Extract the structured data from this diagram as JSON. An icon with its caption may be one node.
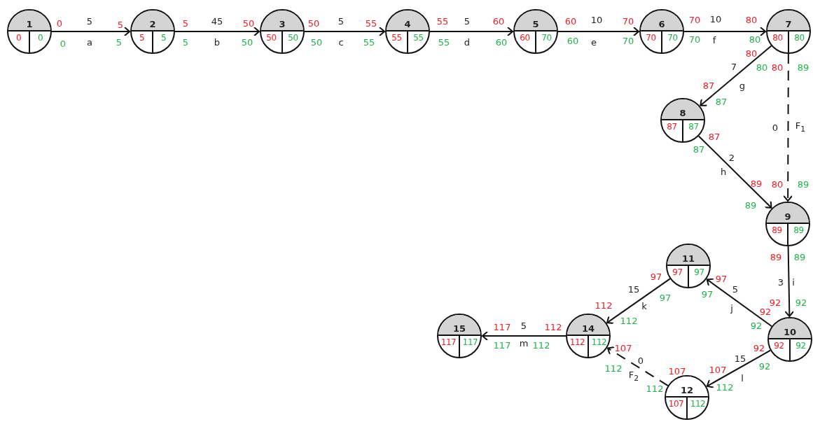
{
  "diagram": {
    "nodes": [
      {
        "text": [
          "1",
          "0",
          "0"
        ]
      },
      {
        "text": [
          "2",
          "5",
          "5"
        ]
      },
      {
        "text": [
          "3",
          "50",
          "50"
        ]
      },
      {
        "text": [
          "4",
          "55",
          "55"
        ]
      },
      {
        "text": [
          "5",
          "60",
          "70"
        ]
      },
      {
        "text": [
          "6",
          "70",
          "70"
        ]
      },
      {
        "text": [
          "7",
          "80",
          "80"
        ]
      },
      {
        "text": [
          "8",
          "87",
          "87"
        ]
      },
      {
        "text": [
          "9",
          "89",
          "89"
        ]
      },
      {
        "text": [
          "10",
          "92",
          "92"
        ]
      },
      {
        "text": [
          "11",
          "97",
          "97"
        ]
      },
      {
        "text": [
          "12",
          "107",
          "112"
        ]
      },
      {
        "text": [
          "14",
          "112",
          "112"
        ]
      },
      {
        "text": [
          "15",
          "117",
          "117"
        ]
      }
    ],
    "edges": [
      {
        "from": 0,
        "to": 1,
        "arrow": "to",
        "label": "a"
      },
      {
        "from": 1,
        "to": 2,
        "arrow": "to",
        "label": "b"
      },
      {
        "from": 2,
        "to": 3,
        "arrow": "to",
        "label": "c"
      },
      {
        "from": 3,
        "to": 4,
        "arrow": "to",
        "label": "d"
      },
      {
        "from": 4,
        "to": 5,
        "arrow": "to",
        "label": "e"
      },
      {
        "from": 5,
        "to": 6,
        "arrow": "to",
        "label": "f"
      },
      {
        "from": 6,
        "to": 7,
        "arrow": "to",
        "label": "g"
      },
      {
        "from": 6,
        "to": 8,
        "arrow": "to",
        "label": "F$_{1}$",
        "style": "dashed"
      },
      {
        "from": 7,
        "to": 8,
        "arrow": "to",
        "label": "h"
      },
      {
        "from": 8,
        "to": 9,
        "arrow": "to",
        "label": "i"
      },
      {
        "from": 9,
        "to": 10,
        "arrow": "to",
        "label": "j"
      },
      {
        "from": 9,
        "to": 11,
        "arrow": "to",
        "label": "l"
      },
      {
        "from": 10,
        "to": 12,
        "arrow": "to",
        "label": "k"
      },
      {
        "from": 11,
        "to": 12,
        "arrow": "to",
        "label": "F$_{2}$",
        "style": "dashed"
      },
      {
        "from": 12,
        "to": 13,
        "arrow": "to",
        "label": "m"
      }
    ],
    "labels": [
      "0",
      "5",
      "5",
      "0",
      "5",
      "5",
      "45",
      "50",
      "5",
      "50",
      "50",
      "5",
      "55",
      "50",
      "55",
      "55",
      "5",
      "60",
      "55",
      "60",
      "60",
      "10",
      "70",
      "60",
      "70",
      "70",
      "10",
      "80",
      "70",
      "80",
      "80",
      "7",
      "80",
      "87",
      "87",
      "80",
      "89",
      "0",
      "80",
      "89",
      "87",
      "87",
      "2",
      "89",
      "89",
      "89",
      "89",
      "3",
      "92",
      "92",
      "92",
      "92",
      "5",
      "97",
      "97",
      "92",
      "92",
      "15",
      "107",
      "112",
      "97",
      "97",
      "15",
      "112",
      "112",
      "107",
      "112",
      "0",
      "107",
      "112",
      "117",
      "5",
      "112",
      "117",
      "112"
    ]
  }
}
